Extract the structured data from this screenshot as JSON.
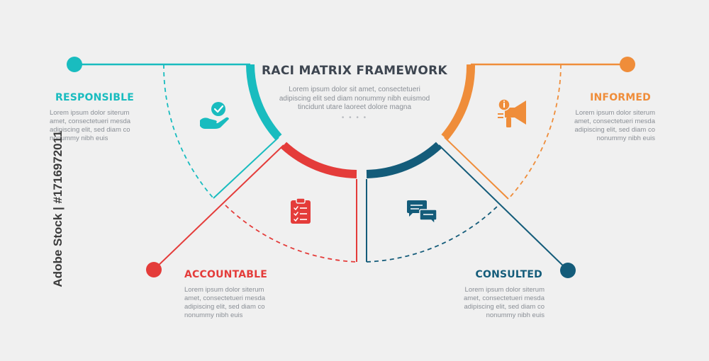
{
  "title": "RACI MATRIX FRAMEWORK",
  "subtitle": "Lorem ipsum dolor sit amet, consectetueri adipiscing elit sed diam nonummy nibh euismod tincidunt utare laoreet dolore magna",
  "dots": "• • • •",
  "watermark": "Adobe Stock | #1716972011",
  "colors": {
    "responsible": "#19bcbf",
    "accountable": "#e43c3a",
    "consulted": "#145c7a",
    "informed": "#ef8d3a",
    "background": "#f0f0f0"
  },
  "sections": {
    "responsible": {
      "label": "RESPONSIBLE",
      "icon": "hand-check-icon",
      "description": "Lorem ipsum dolor siterum amet, consectetueri mesda adipiscing elit, sed diam co nonummy nibh euis"
    },
    "accountable": {
      "label": "ACCOUNTABLE",
      "icon": "clipboard-checklist-icon",
      "description": "Lorem ipsum dolor siterum amet, consectetueri mesda adipiscing elit, sed diam co nonummy nibh euis"
    },
    "consulted": {
      "label": "CONSULTED",
      "icon": "chat-bubbles-icon",
      "description": "Lorem ipsum dolor siterum amet, consectetueri mesda adipiscing elit, sed diam co nonummy nibh euis"
    },
    "informed": {
      "label": "INFORMED",
      "icon": "megaphone-icon",
      "description": "Lorem ipsum dolor siterum amet, consectetueri mesda adipiscing elit, sed diam co nonummy nibh euis"
    }
  }
}
